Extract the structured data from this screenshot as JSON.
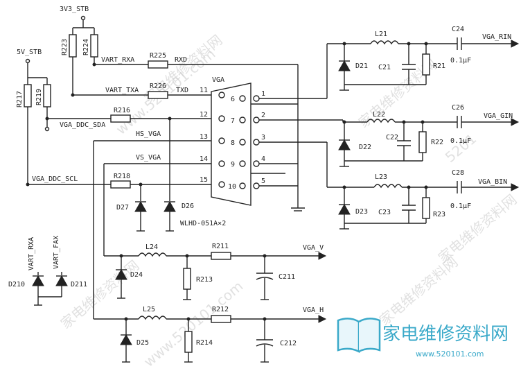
{
  "labels": {
    "net_3v3": "3V3_STB",
    "net_5v": "5V_STB",
    "r223": "R223",
    "r224": "R224",
    "r217": "R217",
    "r219": "R219",
    "vart_rxa": "VART_RXA",
    "r225": "R225",
    "rxd": "RXD",
    "vart_txa": "VART_TXA",
    "r226": "R226",
    "txd": "TXD",
    "r216": "R216",
    "vga_ddc_sda": "VGA_DDC_SDA",
    "hs_vga": "HS_VGA",
    "vs_vga": "VS_VGA",
    "vga_ddc_scl": "VGA_DDC_SCL",
    "r218": "R218",
    "vga": "VGA",
    "d27": "D27",
    "d26": "D26",
    "wlhd": "WLHD-051A×2",
    "pin1": "1",
    "pin2": "2",
    "pin3": "3",
    "pin4": "4",
    "pin5": "5",
    "pin6": "6",
    "pin7": "7",
    "pin8": "8",
    "pin9": "9",
    "pin10": "10",
    "pin11": "11",
    "pin12": "12",
    "pin13": "13",
    "pin14": "14",
    "pin15": "15",
    "l21": "L21",
    "d21": "D21",
    "c21": "C21",
    "r21": "R21",
    "c24": "C24",
    "vga_rin": "VGA_RIN",
    "cap24": "0.1μF",
    "l22": "L22",
    "d22": "D22",
    "c22": "C22",
    "r22": "R22",
    "c26": "C26",
    "vga_gin": "VGA_GIN",
    "cap26": "0.1μF",
    "l23": "L23",
    "d23": "D23",
    "c23": "C23",
    "r23": "R23",
    "c28": "C28",
    "vga_bin": "VGA_BIN",
    "cap28": "0.1μF",
    "vart_rxa_v": "VART_RXA",
    "vart_fax_v": "VART_FAX",
    "d210": "D210",
    "d211": "D211",
    "l24": "L24",
    "r211": "R211",
    "vga_v": "VGA_V",
    "d24": "D24",
    "r213": "R213",
    "c211": "C211",
    "l25": "L25",
    "r212": "R212",
    "vga_h": "VGA_H",
    "d25": "D25",
    "r214": "R214",
    "c212": "C212"
  },
  "watermark": {
    "cn": "家电维修资料网",
    "url": "www.520101.com",
    "brand": "家电维修资料网",
    "brand_url": "www.520101.com",
    "num": "5201"
  }
}
